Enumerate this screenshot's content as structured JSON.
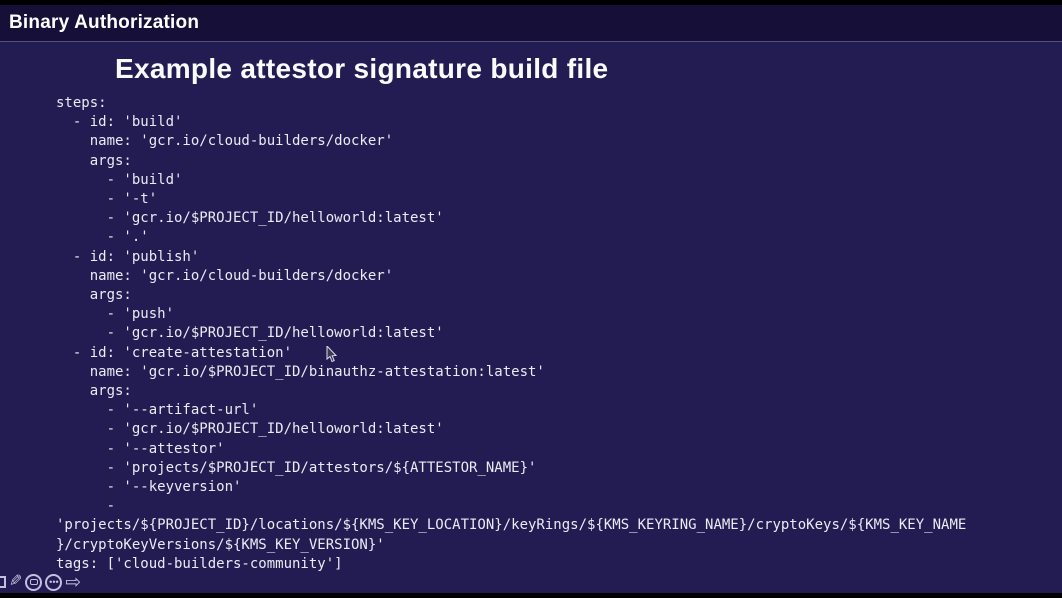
{
  "header": {
    "title": "Binary Authorization"
  },
  "slide": {
    "title": "Example attestor signature build file",
    "code_lines": [
      "steps:",
      "  - id: 'build'",
      "    name: 'gcr.io/cloud-builders/docker'",
      "    args:",
      "      - 'build'",
      "      - '-t'",
      "      - 'gcr.io/$PROJECT_ID/helloworld:latest'",
      "      - '.'",
      "  - id: 'publish'",
      "    name: 'gcr.io/cloud-builders/docker'",
      "    args:",
      "      - 'push'",
      "      - 'gcr.io/$PROJECT_ID/helloworld:latest'",
      "  - id: 'create-attestation'",
      "    name: 'gcr.io/$PROJECT_ID/binauthz-attestation:latest'",
      "    args:",
      "      - '--artifact-url'",
      "      - 'gcr.io/$PROJECT_ID/helloworld:latest'",
      "      - '--attestor'",
      "      - 'projects/$PROJECT_ID/attestors/${ATTESTOR_NAME}'",
      "      - '--keyversion'",
      "      -",
      "'projects/${PROJECT_ID}/locations/${KMS_KEY_LOCATION}/keyRings/${KMS_KEYRING_NAME}/cryptoKeys/${KMS_KEY_NAME",
      "}/cryptoKeyVersions/${KMS_KEY_VERSION}'",
      "tags: ['cloud-builders-community']"
    ]
  },
  "presenter_toolbar": {
    "icons": [
      "square-icon",
      "pencil-icon",
      "slideshow-icon",
      "more-options-icon",
      "next-arrow-icon"
    ],
    "pencil_glyph": "✎",
    "more_dots_glyph": "•••",
    "next_arrow_glyph": "⇨"
  },
  "colors": {
    "top_bar": "#000000",
    "header_bg": "#161038",
    "divider": "#52527a",
    "slide_bg": "#221c52",
    "code_text": "#eceaf4",
    "title_text": "#fbfbfe",
    "toolbar_icon": "#c2c0de"
  }
}
